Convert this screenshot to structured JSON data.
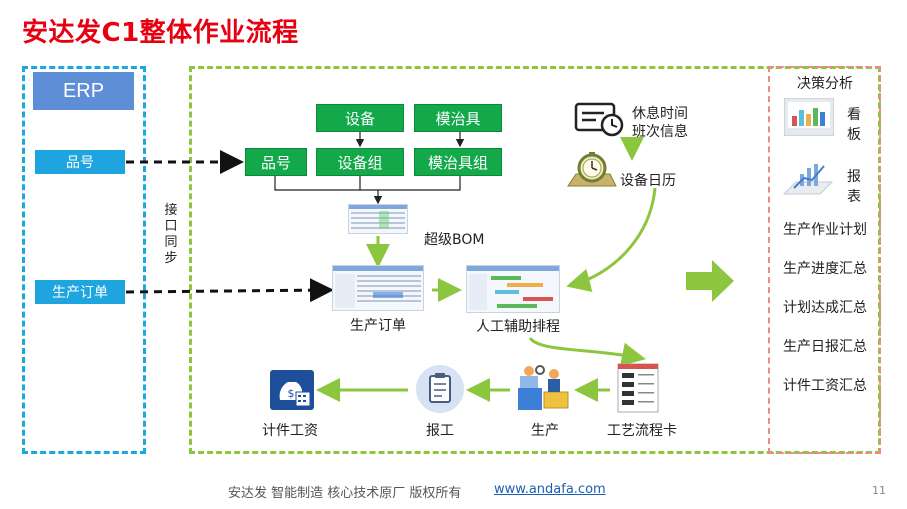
{
  "title": "安达发C1整体作业流程",
  "erp": {
    "header": "ERP",
    "item_code": "品号",
    "production_order": "生产订单",
    "interface_sync": [
      "接",
      "口",
      "同",
      "步"
    ]
  },
  "resources": {
    "equipment": "设备",
    "fixture": "模治具",
    "item_code": "品号",
    "equipment_group": "设备组",
    "fixture_group": "模治具组"
  },
  "calendar": {
    "rest_time": "休息时间",
    "shift_info": "班次信息",
    "equipment_calendar": "设备日历"
  },
  "flow": {
    "super_bom": "超级BOM",
    "production_order": "生产订单",
    "manual_scheduling": "人工辅助排程",
    "process_card": "工艺流程卡",
    "production": "生产",
    "report": "报工",
    "piece_wage": "计件工资"
  },
  "decision": {
    "title": "决策分析",
    "kanban": [
      "看",
      "板"
    ],
    "report": [
      "报",
      "表"
    ],
    "items": [
      "生产作业计划",
      "生产进度汇总",
      "计划达成汇总",
      "生产日报汇总",
      "计件工资汇总"
    ]
  },
  "footer": {
    "text": "安达发   智能制造 核心技术原厂    版权所有",
    "link": "www.andafa.com",
    "page": "11"
  },
  "colors": {
    "title_red": "#e60012",
    "erp_blue": "#1ea5e0",
    "flow_green": "#13a84a",
    "arrow_green": "#8cc63f"
  }
}
